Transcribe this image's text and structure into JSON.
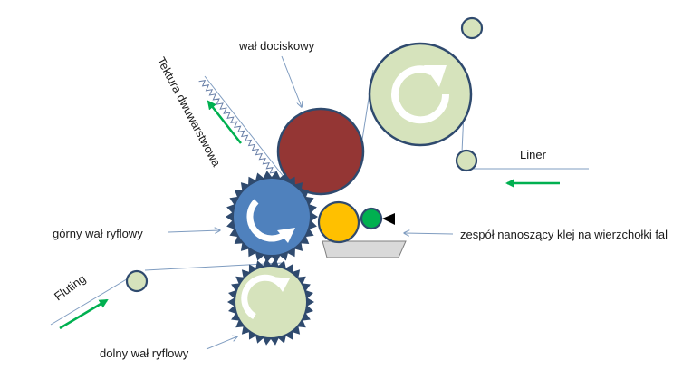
{
  "labels": {
    "press_roll": "wał dociskowy",
    "double_face_board": "Tektura dwuwarstwowa",
    "liner": "Liner",
    "upper_corrugating_roll": "górny wał ryflowy",
    "glue_unit": "zespół nanoszący klej na wierzchołki fal",
    "fluting": "Fluting",
    "lower_corrugating_roll": "dolny wał ryflowy"
  },
  "colors": {
    "outline": "#2f4a6e",
    "light_green": "#d6e3bc",
    "press_roll": "#943634",
    "upper_roll": "#4f81bd",
    "glue_yellow": "#ffc000",
    "glue_green": "#00b050",
    "arrow_green": "#00b050",
    "pointer_line": "#7f9cc0",
    "tray": "#d9d9d9"
  },
  "icons": {
    "rotation": "curved-rotation-arrow-icon",
    "direction": "green-direction-arrow-icon",
    "wave": "corrugated-wave-icon"
  }
}
